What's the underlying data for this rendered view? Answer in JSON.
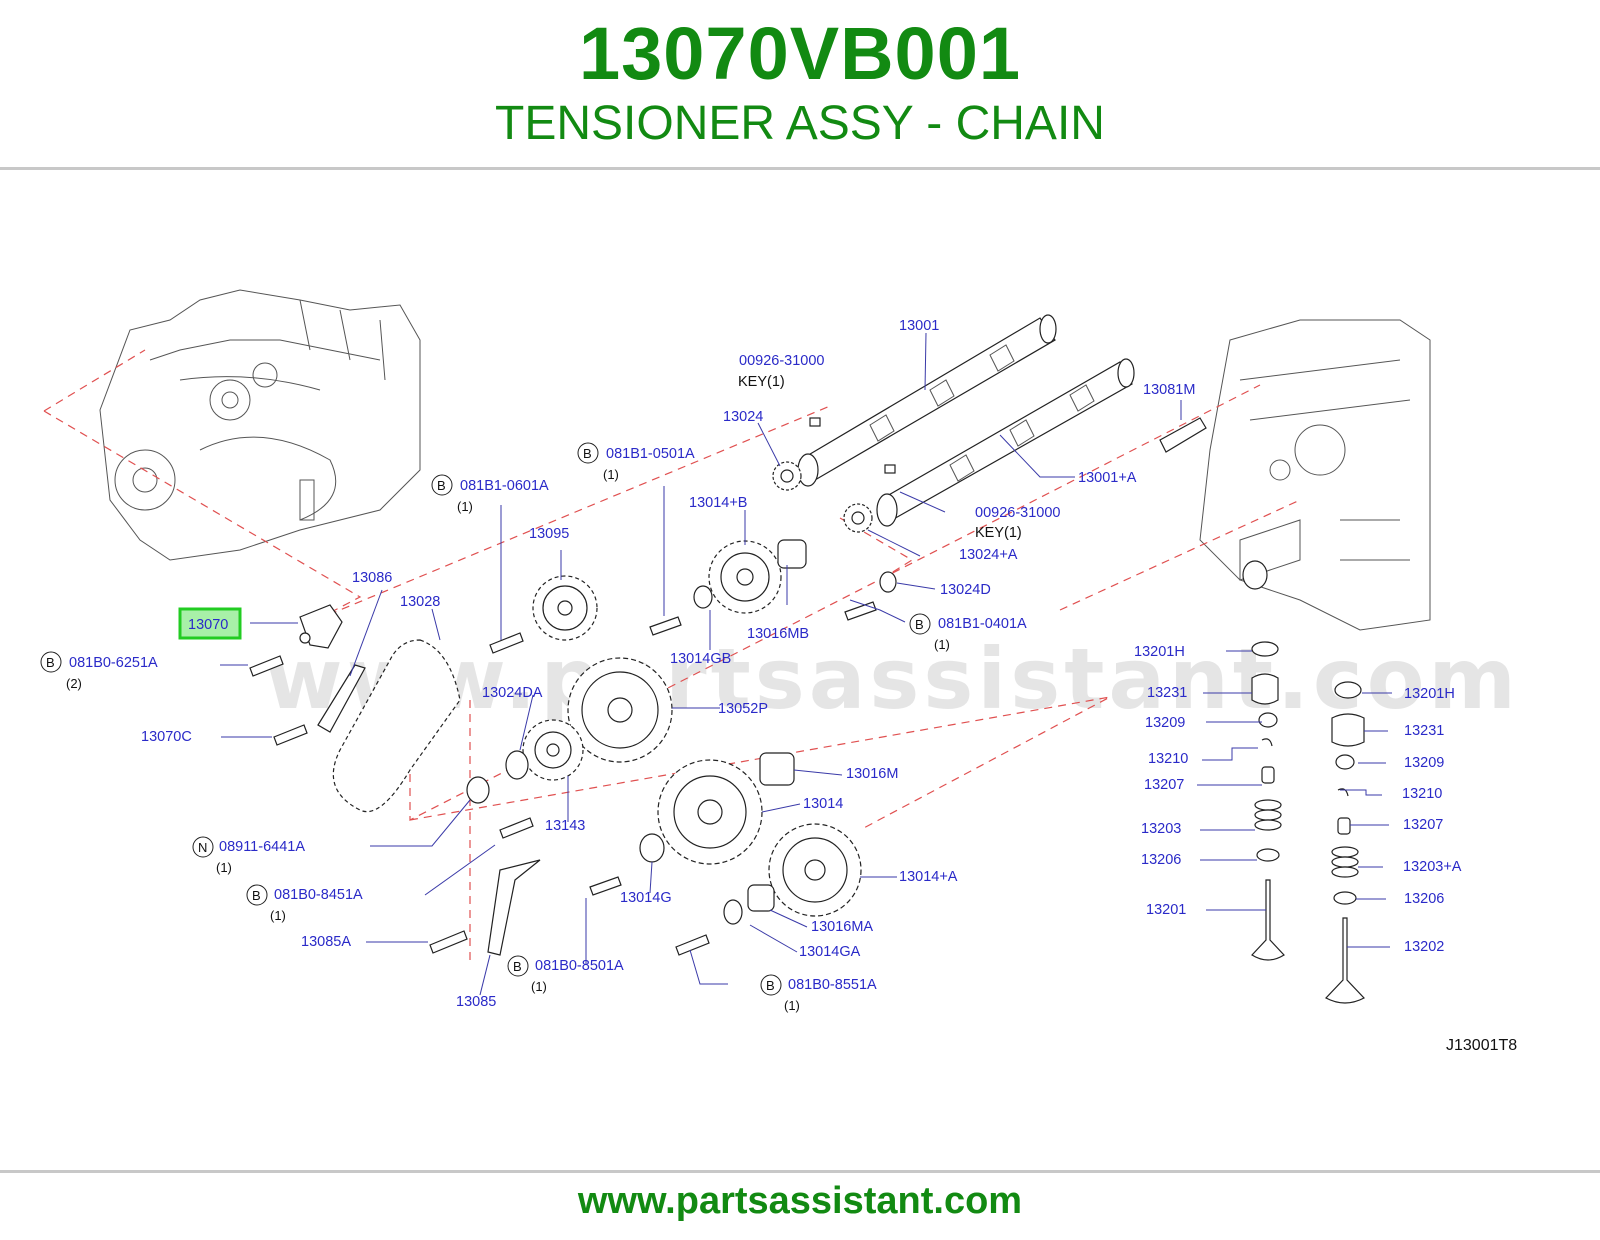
{
  "header": {
    "part_number": "13070VB001",
    "part_name": "TENSIONER ASSY - CHAIN"
  },
  "footer": {
    "website": "www.partsassistant.com"
  },
  "watermark": "www.partsassistant.com",
  "diagram": {
    "reference_code": "J13001T8",
    "highlight_color": "#22cc22",
    "highlighted_part": "13070",
    "labels": [
      {
        "text": "13001"
      },
      {
        "text": "00926-31000"
      },
      {
        "text": "KEY(1)"
      },
      {
        "text": "13024"
      },
      {
        "text": "13081M"
      },
      {
        "text": "13001+A"
      },
      {
        "text": "081B1-0501A"
      },
      {
        "text": "(1)"
      },
      {
        "text": "081B1-0601A"
      },
      {
        "text": "(1)"
      },
      {
        "text": "13014+B"
      },
      {
        "text": "00926-31000"
      },
      {
        "text": "KEY(1)"
      },
      {
        "text": "13095"
      },
      {
        "text": "13024+A"
      },
      {
        "text": "13086"
      },
      {
        "text": "13028"
      },
      {
        "text": "13024D"
      },
      {
        "text": "081B1-0401A"
      },
      {
        "text": "(1)"
      },
      {
        "text": "13016MB"
      },
      {
        "text": "13014GB"
      },
      {
        "text": "081B0-6251A"
      },
      {
        "text": "(2)"
      },
      {
        "text": "13201H"
      },
      {
        "text": "13231"
      },
      {
        "text": "13201H"
      },
      {
        "text": "13024DA"
      },
      {
        "text": "13052P"
      },
      {
        "text": "13070C"
      },
      {
        "text": "13209"
      },
      {
        "text": "13231"
      },
      {
        "text": "13210"
      },
      {
        "text": "13209"
      },
      {
        "text": "13016M"
      },
      {
        "text": "13207"
      },
      {
        "text": "13210"
      },
      {
        "text": "13014"
      },
      {
        "text": "13143"
      },
      {
        "text": "13207"
      },
      {
        "text": "08911-6441A"
      },
      {
        "text": "(1)"
      },
      {
        "text": "13203"
      },
      {
        "text": "13206"
      },
      {
        "text": "13203+A"
      },
      {
        "text": "13014+A"
      },
      {
        "text": "081B0-8451A"
      },
      {
        "text": "(1)"
      },
      {
        "text": "13014G"
      },
      {
        "text": "13206"
      },
      {
        "text": "13201"
      },
      {
        "text": "13016MA"
      },
      {
        "text": "13085A"
      },
      {
        "text": "13014GA"
      },
      {
        "text": "13202"
      },
      {
        "text": "081B0-8501A"
      },
      {
        "text": "(1)"
      },
      {
        "text": "081B0-8551A"
      },
      {
        "text": "(1)"
      },
      {
        "text": "13085"
      }
    ],
    "markers": {
      "B": "B",
      "N": "N"
    }
  }
}
